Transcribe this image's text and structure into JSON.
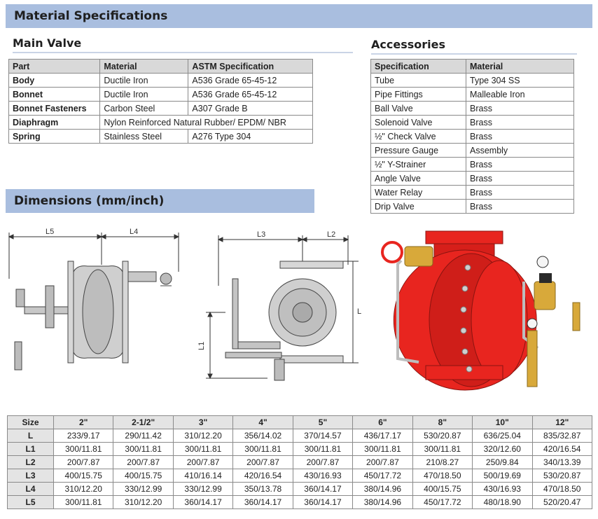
{
  "titles": {
    "material_specifications": "Material Specifications",
    "main_valve": "Main Valve",
    "accessories": "Accessories",
    "dimensions": "Dimensions (mm/inch)"
  },
  "main_valve": {
    "headers": [
      "Part",
      "Material",
      "ASTM Specification"
    ],
    "rows": [
      [
        "Body",
        "Ductile Iron",
        "A536 Grade 65-45-12"
      ],
      [
        "Bonnet",
        "Ductile Iron",
        "A536 Grade 65-45-12"
      ],
      [
        "Bonnet Fasteners",
        "Carbon Steel",
        "A307 Grade B"
      ],
      [
        "Diaphragm",
        "Nylon Reinforced Natural Rubber/ EPDM/ NBR",
        ""
      ],
      [
        "Spring",
        "Stainless Steel",
        "A276 Type 304"
      ]
    ]
  },
  "accessories": {
    "headers": [
      "Specification",
      "Material"
    ],
    "rows": [
      [
        "Tube",
        "Type 304 SS"
      ],
      [
        "Pipe Fittings",
        "Malleable Iron"
      ],
      [
        "Ball Valve",
        "Brass"
      ],
      [
        "Solenoid Valve",
        "Brass"
      ],
      [
        "½\" Check Valve",
        "Brass"
      ],
      [
        "Pressure Gauge",
        "Assembly"
      ],
      [
        "½\" Y-Strainer",
        "Brass"
      ],
      [
        "Angle Valve",
        "Brass"
      ],
      [
        "Water Relay",
        "Brass"
      ],
      [
        "Drip Valve",
        "Brass"
      ]
    ]
  },
  "drawing_labels": {
    "l5": "L5",
    "l4": "L4",
    "l3": "L3",
    "l2": "L2",
    "l": "L",
    "l1": "L1"
  },
  "dimensions": {
    "headers": [
      "Size",
      "2\"",
      "2-1/2\"",
      "3\"",
      "4\"",
      "5\"",
      "6\"",
      "8\"",
      "10\"",
      "12\""
    ],
    "rows": [
      [
        "L",
        "233/9.17",
        "290/11.42",
        "310/12.20",
        "356/14.02",
        "370/14.57",
        "436/17.17",
        "530/20.87",
        "636/25.04",
        "835/32.87"
      ],
      [
        "L1",
        "300/11.81",
        "300/11.81",
        "300/11.81",
        "300/11.81",
        "300/11.81",
        "300/11.81",
        "300/11.81",
        "320/12.60",
        "420/16.54"
      ],
      [
        "L2",
        "200/7.87",
        "200/7.87",
        "200/7.87",
        "200/7.87",
        "200/7.87",
        "200/7.87",
        "210/8.27",
        "250/9.84",
        "340/13.39"
      ],
      [
        "L3",
        "400/15.75",
        "400/15.75",
        "410/16.14",
        "420/16.54",
        "430/16.93",
        "450/17.72",
        "470/18.50",
        "500/19.69",
        "530/20.87"
      ],
      [
        "L4",
        "310/12.20",
        "330/12.99",
        "330/12.99",
        "350/13.78",
        "360/14.17",
        "380/14.96",
        "400/15.75",
        "430/16.93",
        "470/18.50"
      ],
      [
        "L5",
        "300/11.81",
        "310/12.20",
        "360/14.17",
        "360/14.17",
        "360/14.17",
        "380/14.96",
        "450/17.72",
        "480/18.90",
        "520/20.47"
      ]
    ]
  },
  "colors": {
    "banner": "#a9bedf",
    "valve_red": "#e8251f",
    "brass": "#d8a93a"
  }
}
